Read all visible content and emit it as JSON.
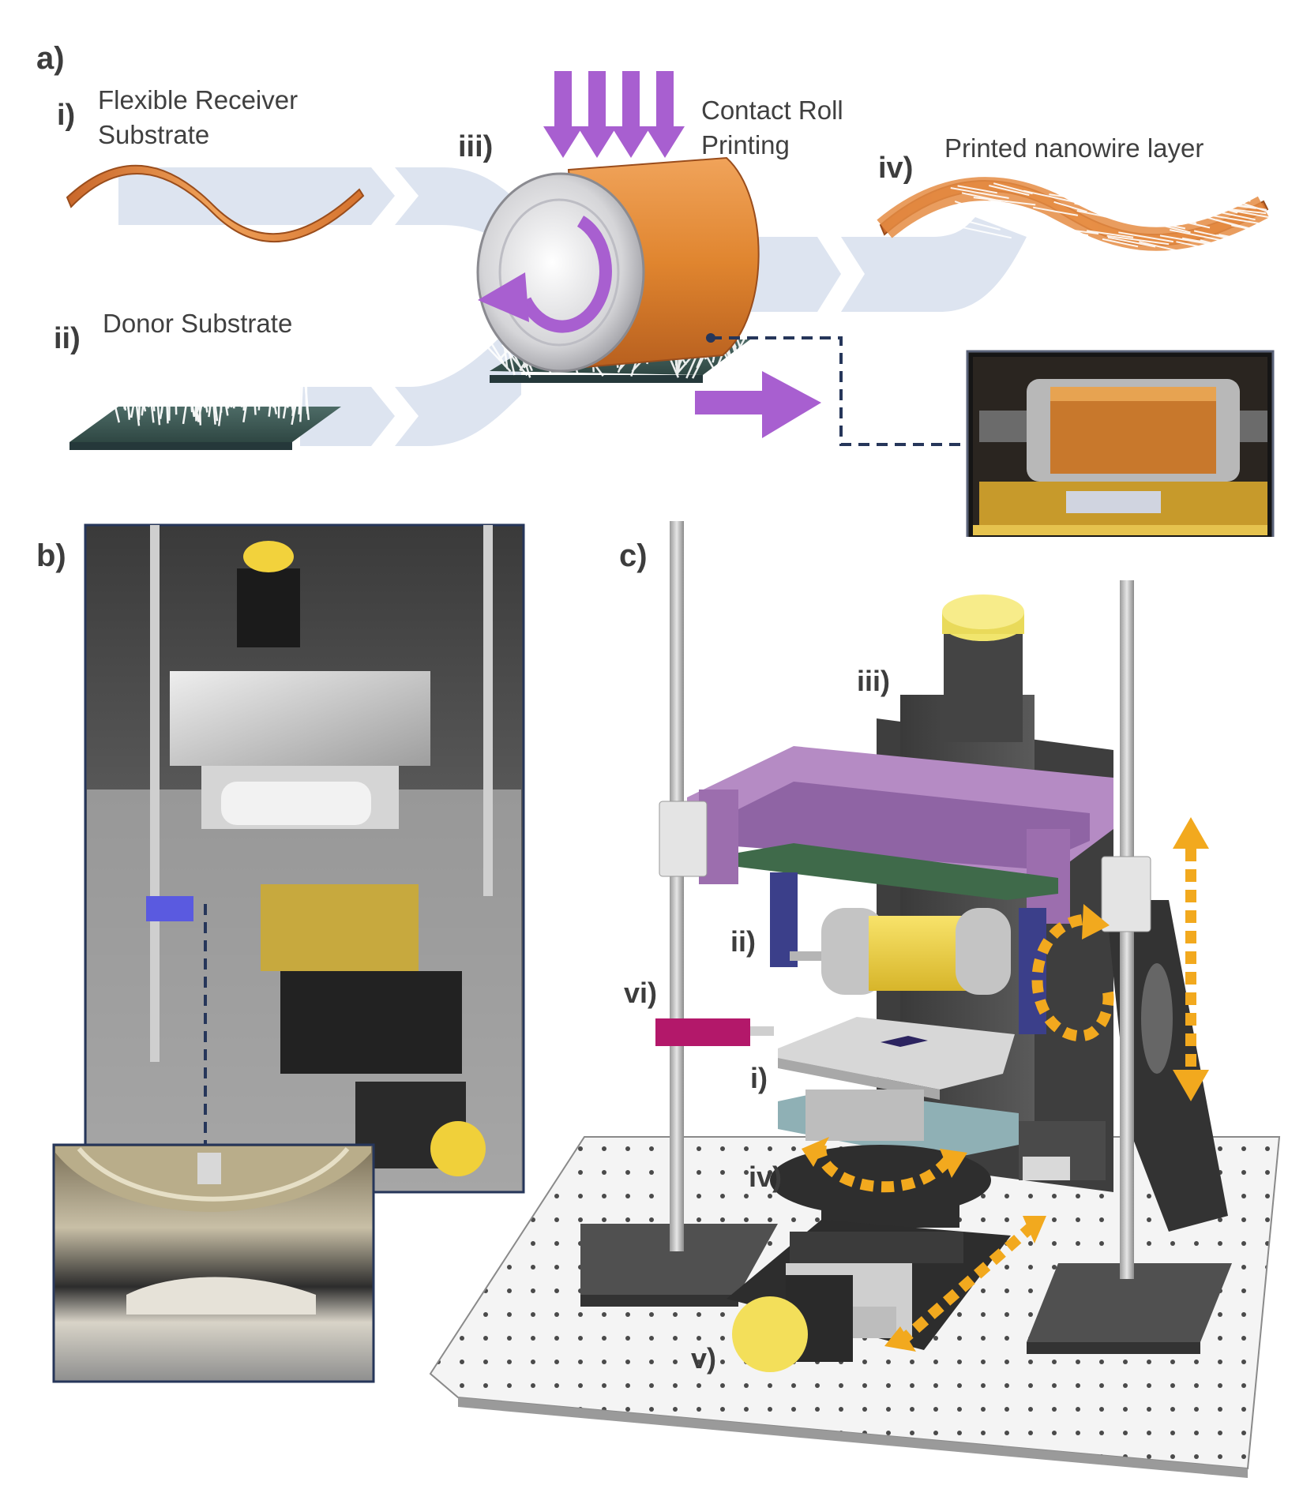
{
  "panel_a": {
    "letter": "a)",
    "steps": [
      {
        "num": "i)",
        "text_line1": "Flexible Receiver",
        "text_line2": "Substrate"
      },
      {
        "num": "ii)",
        "text_line1": "Donor Substrate",
        "text_line2": ""
      },
      {
        "num": "iii)",
        "text_line1": "Contact Roll",
        "text_line2": "Printing"
      },
      {
        "num": "iv)",
        "text_line1": "Printed nanowire layer",
        "text_line2": ""
      }
    ]
  },
  "panel_b": {
    "letter": "b)"
  },
  "panel_c": {
    "letter": "c)",
    "labels": [
      "iii)",
      "ii)",
      "vi)",
      "i)",
      "iv)",
      "v)"
    ]
  },
  "colors": {
    "flow": "#dde4f0",
    "orange": "#e0883a",
    "purple": "#a85fd0",
    "frame_purple": "#b58bc4",
    "teal": "#3c5a55",
    "yellow_arrow": "#f2a91e",
    "dashed_line": "#26365a"
  }
}
